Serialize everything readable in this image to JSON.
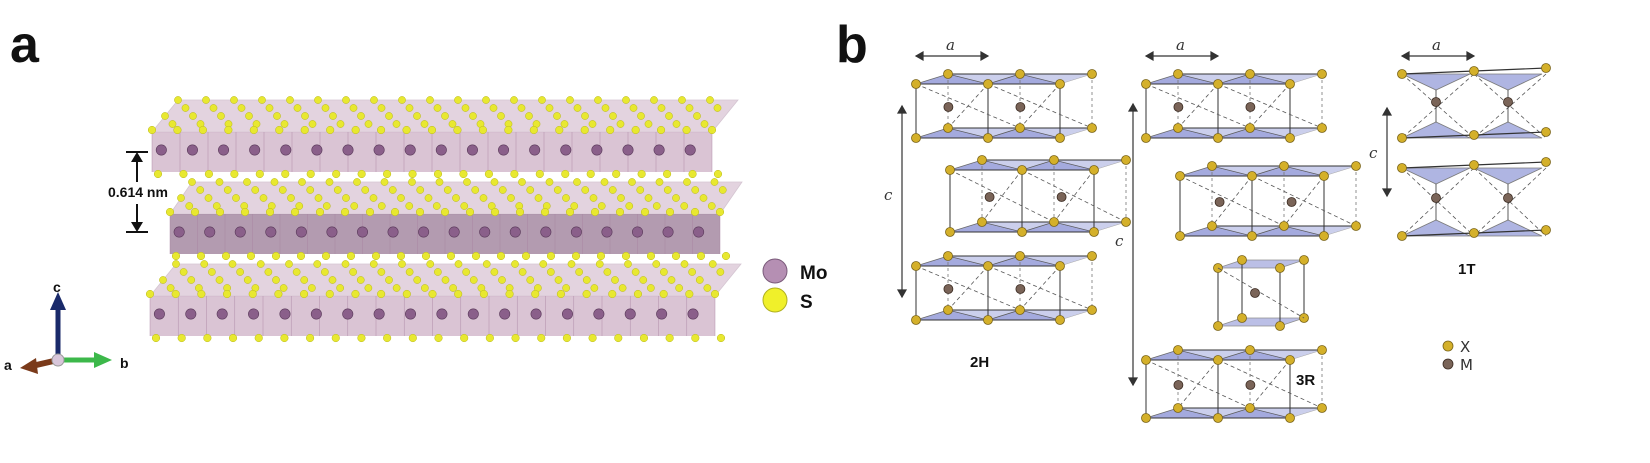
{
  "panel_a": {
    "letter": "a",
    "spacing_label": "0.614 nm",
    "legend": [
      {
        "label": "Mo",
        "color": "#b58fb3"
      },
      {
        "label": "S",
        "color": "#f0f02a"
      }
    ],
    "axes": {
      "a": "a",
      "b": "b",
      "c": "c"
    },
    "colors": {
      "slab": "#cdb0c6",
      "mo": "#8a5f8a",
      "s": "#e8e830",
      "axis_a": "#7a3a1a",
      "axis_b": "#3cb84a",
      "axis_c": "#1a2a6a"
    }
  },
  "panel_b": {
    "letter": "b",
    "structures": [
      {
        "label": "2H",
        "lattice_a": "a",
        "lattice_c": "c"
      },
      {
        "label": "3R",
        "lattice_a": "a",
        "lattice_c": "c"
      },
      {
        "label": "1T",
        "lattice_a": "a",
        "lattice_c": "c"
      }
    ],
    "legend": [
      {
        "label": "X",
        "color": "#c9a62a"
      },
      {
        "label": "M",
        "color": "#7a6458"
      }
    ],
    "colors": {
      "face": "#8e96d6",
      "x_atom": "#d4b02a",
      "m_atom": "#7a6458"
    }
  }
}
